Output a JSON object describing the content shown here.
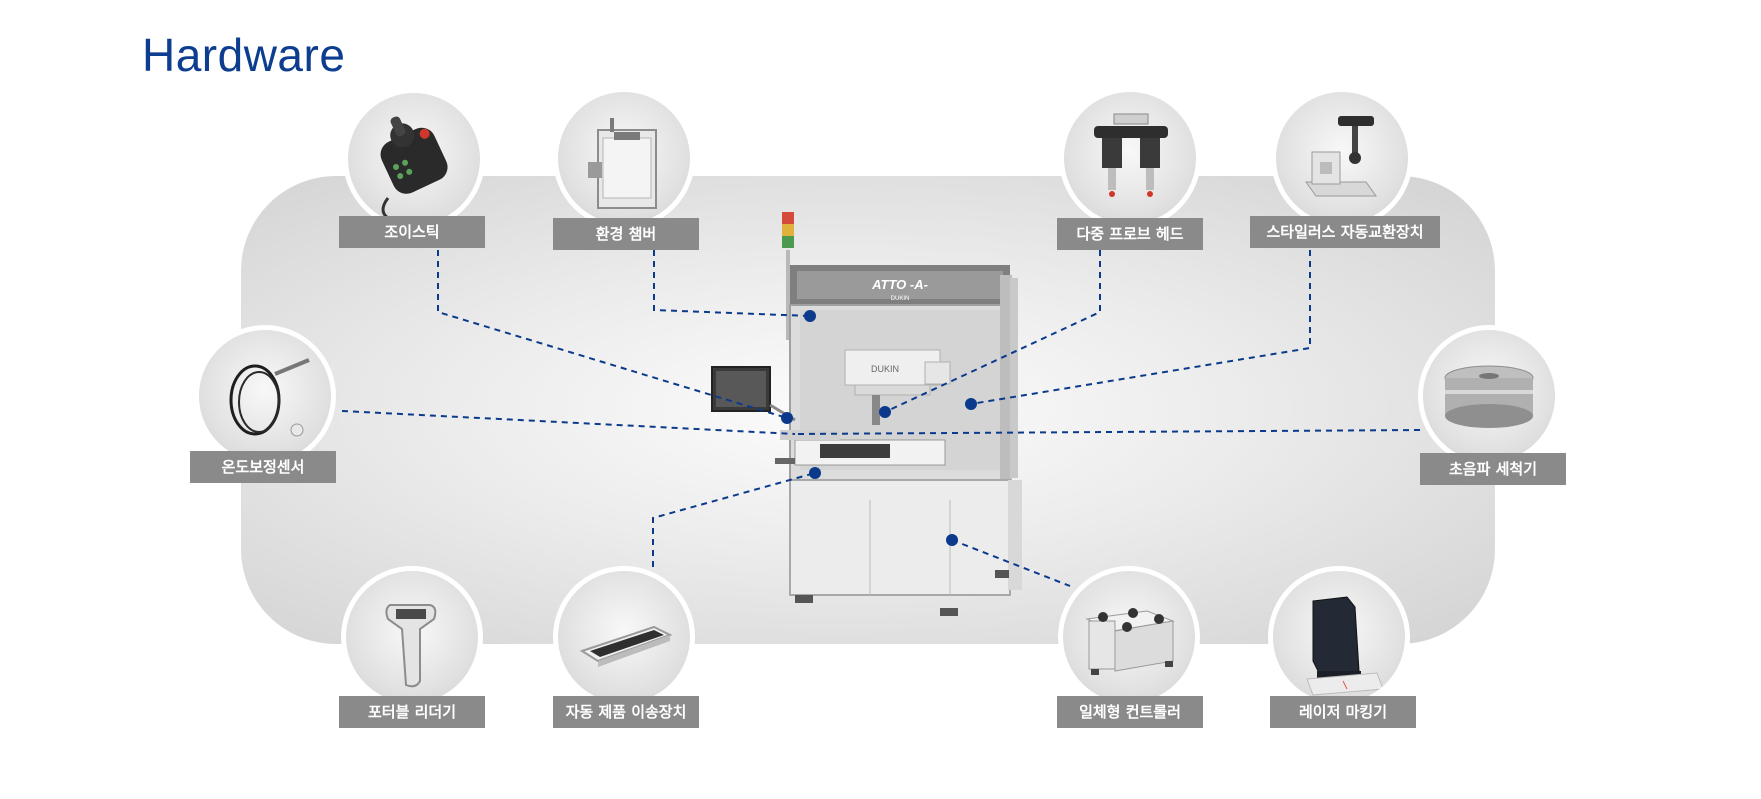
{
  "page": {
    "title": "Hardware"
  },
  "machine": {
    "panel_brand": "ATTO -A-",
    "panel_sub": "DUKIN",
    "head_brand": "DUKIN"
  },
  "components": [
    {
      "name": "joystick",
      "label": "조이스틱"
    },
    {
      "name": "env-chamber",
      "label": "환경 챔버"
    },
    {
      "name": "multi-probe-head",
      "label": "다중 프로브 헤드"
    },
    {
      "name": "stylus-changer",
      "label": "스타일러스 자동교환장치"
    },
    {
      "name": "temp-sensor",
      "label": "온도보정센서"
    },
    {
      "name": "ultrasonic-cleaner",
      "label": "초음파 세척기"
    },
    {
      "name": "barcode-reader",
      "label": "포터블 리더기"
    },
    {
      "name": "auto-transfer",
      "label": "자동 제품 이송장치"
    },
    {
      "name": "integrated-controller",
      "label": "일체형 컨트롤러"
    },
    {
      "name": "laser-marker",
      "label": "레이저 마킹기"
    }
  ],
  "colors": {
    "title": "#0d3d8f",
    "connector": "#0b3a8c",
    "label_bg": "#8a8a8a"
  }
}
